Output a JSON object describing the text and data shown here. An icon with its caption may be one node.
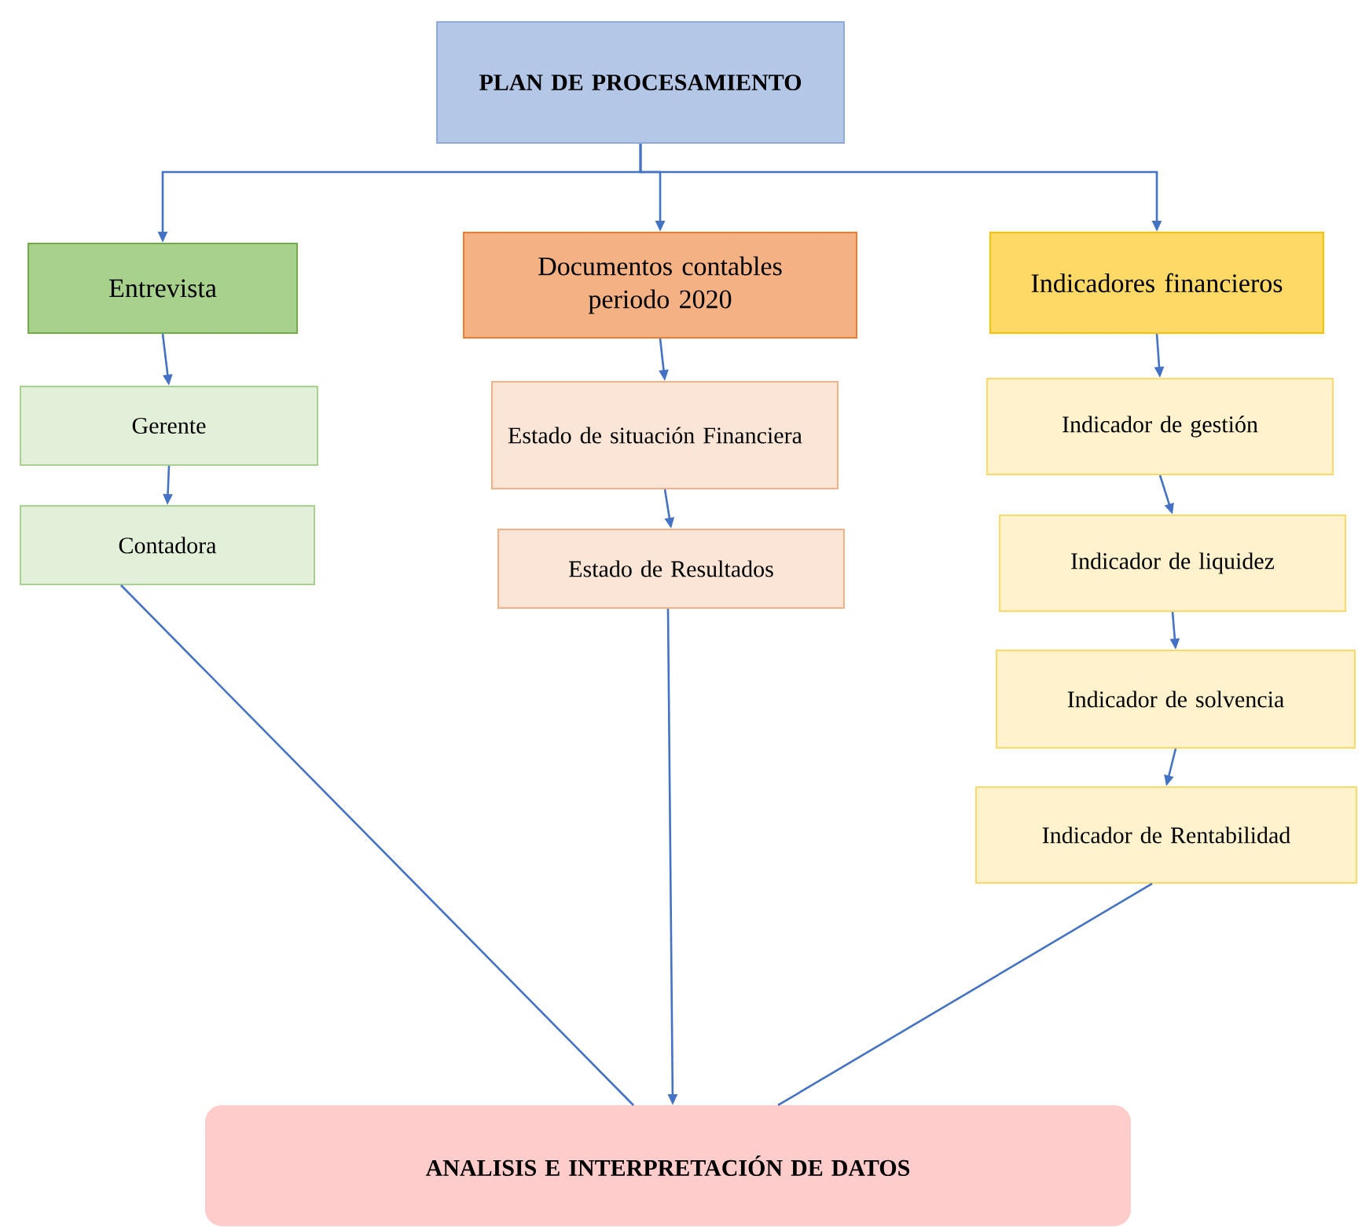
{
  "diagram": {
    "nodes": [
      {
        "text": [
          "PLAN DE PROCESAMIENTO"
        ]
      },
      {
        "text": [
          "Entrevista"
        ]
      },
      {
        "text": [
          "Documentos contables periodo 2020"
        ]
      },
      {
        "text": [
          "Indicadores financieros"
        ]
      },
      {
        "text": [
          "Gerente"
        ]
      },
      {
        "text": [
          "Contadora"
        ]
      },
      {
        "text": [
          "Estado de situación Financiera"
        ]
      },
      {
        "text": [
          "Estado de Resultados"
        ]
      },
      {
        "text": [
          "Indicador de gestión"
        ]
      },
      {
        "text": [
          "Indicador de liquidez"
        ]
      },
      {
        "text": [
          "Indicador de solvencia"
        ]
      },
      {
        "text": [
          "Indicador de Rentabilidad"
        ]
      },
      {
        "text": [
          "ANALISIS E INTERPRETACIÓN DE DATOS"
        ]
      }
    ],
    "edges": [
      {
        "from": 0,
        "to": 1,
        "arrow": "to"
      },
      {
        "from": 0,
        "to": 2,
        "arrow": "to"
      },
      {
        "from": 0,
        "to": 3,
        "arrow": "to"
      },
      {
        "from": 1,
        "to": 4,
        "arrow": "to"
      },
      {
        "from": 4,
        "to": 5,
        "arrow": "to"
      },
      {
        "from": 2,
        "to": 6,
        "arrow": "to"
      },
      {
        "from": 6,
        "to": 7,
        "arrow": "to"
      },
      {
        "from": 3,
        "to": 8,
        "arrow": "to"
      },
      {
        "from": 8,
        "to": 9,
        "arrow": "to"
      },
      {
        "from": 9,
        "to": 10,
        "arrow": "to"
      },
      {
        "from": 10,
        "to": 11,
        "arrow": "to"
      },
      {
        "from": 5,
        "to": 12,
        "arrow": "none"
      },
      {
        "from": 7,
        "to": 12,
        "arrow": "to"
      },
      {
        "from": 11,
        "to": 12,
        "arrow": "none"
      }
    ]
  }
}
